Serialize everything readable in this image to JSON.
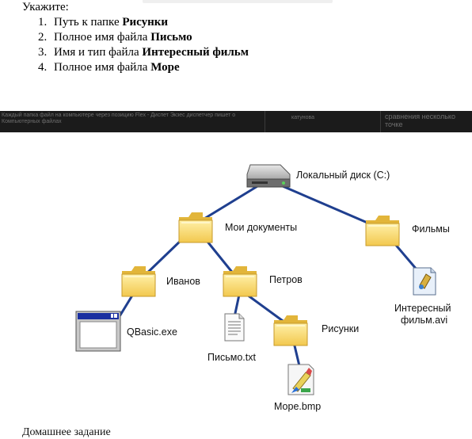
{
  "task": {
    "heading": "Укажите:",
    "items": [
      {
        "num": "1.",
        "text": "Путь к папке ",
        "bold": "Рисунки"
      },
      {
        "num": "2.",
        "text": "Полное имя файла ",
        "bold": "Письмо"
      },
      {
        "num": "3.",
        "text": "Имя и тип файла ",
        "bold": "Интересный фильм"
      },
      {
        "num": "4.",
        "text": "Полное имя файла ",
        "bold": "Море"
      }
    ]
  },
  "strip": {
    "col_a": "Каждый папка файл на компьютере через позицию Flex - Диспет Экзес диспетчер пишет о Компьютерных файлах",
    "col_b": "катунова",
    "col_c": "сравнения несколько точке"
  },
  "tree": {
    "disk": "Локальный диск (C:)",
    "my_docs": "Мои документы",
    "films": "Фильмы",
    "ivanov": "Иванов",
    "petrov": "Петров",
    "qbasic": "QBasic.exe",
    "pismo": "Письмо.txt",
    "risunki": "Рисунки",
    "more": "Море.bmp",
    "film_line1": "Интересный",
    "film_line2": "фильм.avi"
  },
  "footer": {
    "text": "Домашнее задание"
  },
  "colors": {
    "connector": "#1f3f8f",
    "folder_body": "#f6d66a",
    "folder_dark": "#e2b53a",
    "window_title": "#1a2fa0"
  }
}
